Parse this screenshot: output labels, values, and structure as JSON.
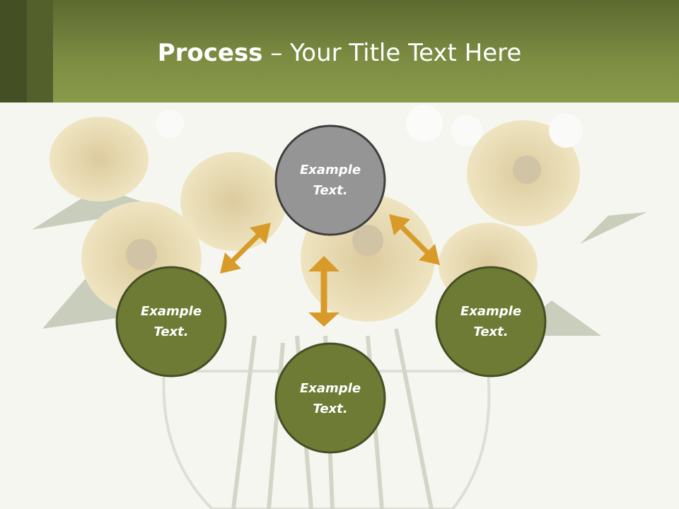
{
  "header": {
    "title_bold": "Process",
    "title_rest": " – Your Title Text Here"
  },
  "nodes": [
    {
      "label_line1": "Example",
      "label_line2": "Text."
    },
    {
      "label_line1": "Example",
      "label_line2": "Text."
    },
    {
      "label_line1": "Example",
      "label_line2": "Text."
    },
    {
      "label_line1": "Example",
      "label_line2": "Text."
    }
  ],
  "colors": {
    "header": "#7d8e43",
    "node_active": "#959595",
    "node": "#6e7b35",
    "node_border": "#454f24",
    "arrow": "#d89b2a"
  }
}
